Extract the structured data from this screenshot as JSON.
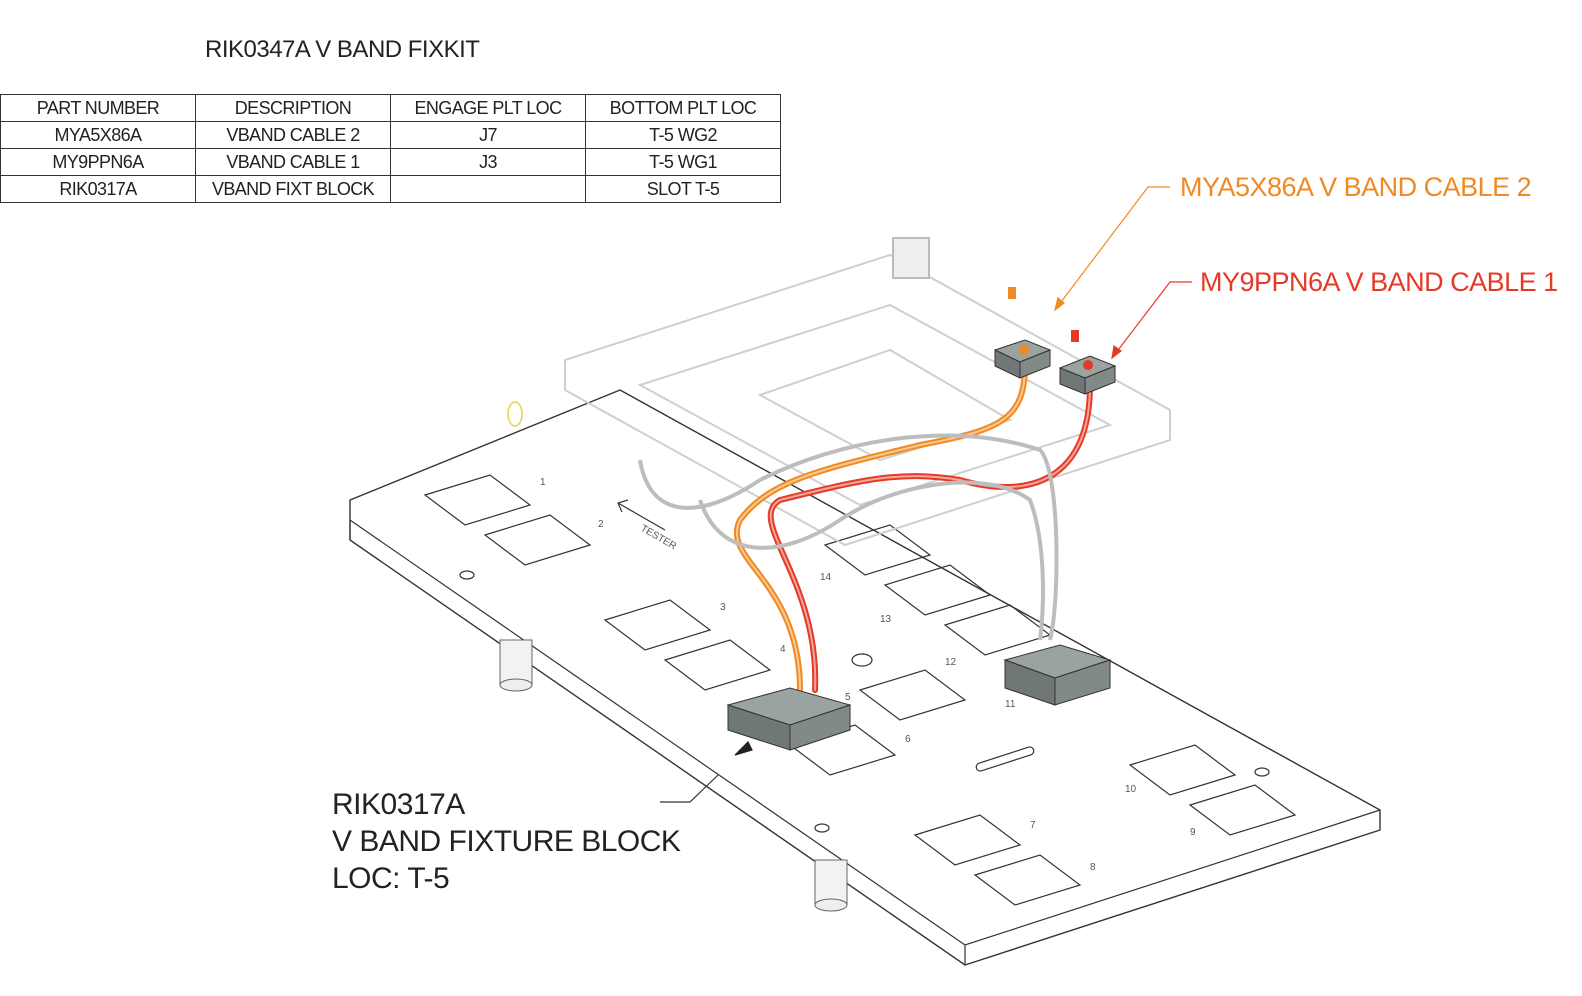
{
  "title": "RIK0347A V BAND FIXKIT",
  "table": {
    "headers": [
      "PART NUMBER",
      "DESCRIPTION",
      "ENGAGE PLT LOC",
      "BOTTOM PLT LOC"
    ],
    "rows": [
      [
        "MYA5X86A",
        "VBAND CABLE 2",
        "J7",
        "T-5 WG2"
      ],
      [
        "MY9PPN6A",
        "VBAND CABLE 1",
        "J3",
        "T-5 WG1"
      ],
      [
        "RIK0317A",
        "VBAND FIXT BLOCK",
        "",
        "SLOT T-5"
      ]
    ]
  },
  "callouts": {
    "cable2": "MYA5X86A   V  BAND CABLE 2",
    "cable1": "MY9PPN6A V BAND CABLE 1",
    "block_line1": "RIK0317A",
    "block_line2": "V BAND FIXTURE BLOCK",
    "block_line3": "LOC: T-5"
  },
  "plate_labels": {
    "tester": "TESTER",
    "slots": [
      "1",
      "2",
      "3",
      "4",
      "5",
      "6",
      "7",
      "8",
      "9",
      "10",
      "11",
      "12",
      "13",
      "14"
    ]
  },
  "colors": {
    "cable2": "#f08a24",
    "cable1": "#e53a28",
    "frame": "#d6d6d6",
    "line": "#333333"
  }
}
